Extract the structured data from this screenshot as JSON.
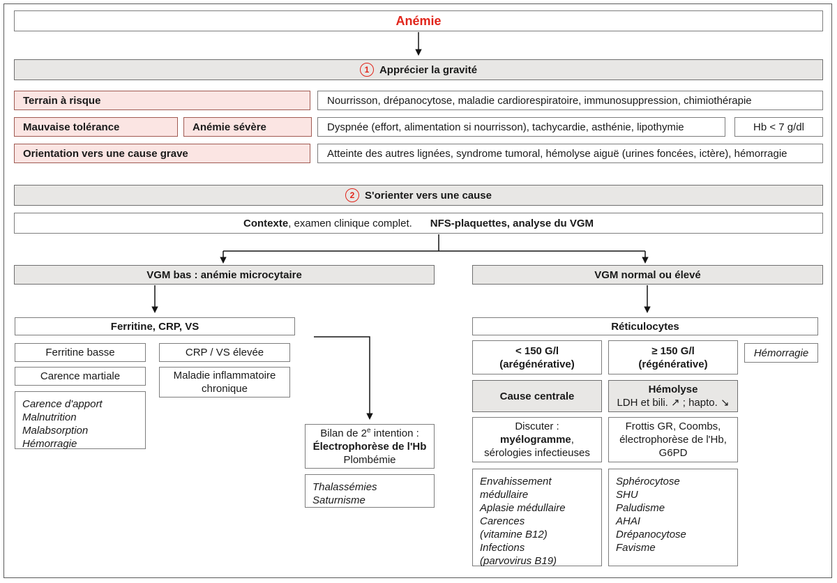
{
  "title": "Anémie",
  "colors": {
    "accent_red": "#e1251b",
    "pink_fill": "#fbe5e3",
    "pink_border": "#a05a52",
    "gray_fill": "#e8e7e5",
    "box_border": "#7d7d7d"
  },
  "section1": {
    "number": "1",
    "heading": "Apprécier la gravité",
    "rows": [
      {
        "label": "Terrain à risque",
        "description": "Nourrisson, drépanocytose, maladie cardiorespiratoire, immunosuppression, chimiothérapie"
      },
      {
        "label": "Mauvaise tolérance",
        "label2": "Anémie sévère",
        "description": "Dyspnée (effort, alimentation si nourrisson), tachycardie, asthénie, lipothymie",
        "extra": "Hb < 7 g/dl"
      },
      {
        "label": "Orientation vers une cause grave",
        "description": "Atteinte des autres lignées, syndrome tumoral, hémolyse aiguë (urines foncées, ictère), hémorragie"
      }
    ]
  },
  "section2": {
    "number": "2",
    "heading": "S'orienter vers une cause",
    "context_bold1": "Contexte",
    "context_regular": ", examen clinique complet.",
    "context_bold2": "NFS-plaquettes, analyse du VGM"
  },
  "left_branch": {
    "header": "VGM bas : anémie microcytaire",
    "tests": "Ferritine, CRP, VS",
    "ferritine_basse": "Ferritine basse",
    "crp_vs": "CRP / VS élevée",
    "carence_martiale": "Carence martiale",
    "maladie_inflammatoire_line1": "Maladie inflammatoire",
    "maladie_inflammatoire_line2": "chronique",
    "causes_carence": [
      "Carence d'apport",
      "Malnutrition",
      "Malabsorption",
      "Hémorragie"
    ],
    "bilan_line1_prefix": "Bilan de 2",
    "bilan_line1_sup": "e",
    "bilan_line1_suffix": " intention :",
    "bilan_line2": "Électrophorèse de l'Hb",
    "bilan_line3": "Plombémie",
    "bilan_causes": [
      "Thalassémies",
      "Saturnisme"
    ]
  },
  "right_branch": {
    "header": "VGM normal ou élevé",
    "tests": "Réticulocytes",
    "lt150_line1": "< 150 G/l",
    "lt150_line2": "(arégénérative)",
    "ge150_line1": "≥ 150 G/l",
    "ge150_line2": "(régénérative)",
    "hemorragie": "Hémorragie",
    "cause_centrale": "Cause centrale",
    "hemolyse_title": "Hémolyse",
    "hemolyse_detail": "LDH et bili. ↗ ; hapto. ↘",
    "discuter_line1": "Discuter :",
    "discuter_bold": "myélogramme",
    "discuter_comma": ",",
    "discuter_line3": "sérologies infectieuses",
    "frottis_lines": [
      "Frottis GR, Coombs,",
      "électrophorèse de l'Hb,",
      "G6PD"
    ],
    "central_causes": [
      "Envahissement",
      "médullaire",
      "Aplasie médullaire",
      "Carences",
      "(vitamine B12)",
      "Infections",
      "(parvovirus B19)"
    ],
    "hemolysis_causes": [
      "Sphérocytose",
      "SHU",
      "Paludisme",
      "AHAI",
      "Drépanocytose",
      "Favisme"
    ]
  }
}
